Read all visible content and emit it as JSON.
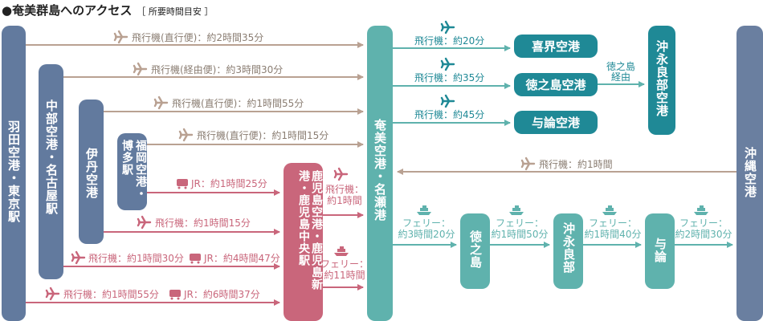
{
  "title": "●奄美群島へのアクセス",
  "subtitle": "［ 所要時間目安 ］",
  "colors": {
    "air_blue": "#627a9e",
    "kagoshima": "#c9667b",
    "amami": "#5fb2ad",
    "airport": "#1f8996",
    "okinawa": "#6a7fa0",
    "gray_line": "#b9a192",
    "pink_line": "#c9667b",
    "teal_line": "#5fb2ad",
    "label_gray": "#8a7d72"
  },
  "origins": {
    "haneda": "羽田空港・東京駅",
    "chubu": "中部空港・名古屋駅",
    "itami": "伊丹空港",
    "fukuoka": "福岡空港・博多駅",
    "kagoshima": "鹿児島空港・鹿児島新港・鹿児島中央駅",
    "amami": "奄美空港・名瀬港",
    "okinawa": "沖縄空港"
  },
  "routes": {
    "haneda_direct": "飛行機(直行便)：約2時間35分",
    "chubu_via": "飛行機(経由便)：約3時間30分",
    "itami_direct": "飛行機(直行便)：約1時間55分",
    "fukuoka_direct": "飛行機(直行便)：約1時間15分",
    "fukuoka_jr": "JR：約1時間25分",
    "itami_plane_kago": "飛行機：約1時間15分",
    "chubu_plane_kago": "飛行機：約1時間30分",
    "chubu_jr_kago": "JR：約4時間47分",
    "haneda_plane_kago": "飛行機：約1時間55分",
    "haneda_jr_kago": "JR：約6時間37分",
    "kago_plane": "飛行機：約1時間",
    "kago_ferry": "フェリー：約11時間",
    "okinawa_plane": "飛行機：約1時間"
  },
  "amami_air": [
    {
      "label": "飛行機：約20分",
      "dest": "喜界空港"
    },
    {
      "label": "飛行機：約35分",
      "dest": "徳之島空港"
    },
    {
      "label": "飛行機：約45分",
      "dest": "与論空港"
    }
  ],
  "tokunoshima_via": "徳之島経由",
  "okinoerabu_airport": "沖永良部空港",
  "ferry": [
    {
      "label": "フェリー：約3時間20分",
      "dest": "徳之島"
    },
    {
      "label": "フェリー：約1時間50分",
      "dest": "沖永良部"
    },
    {
      "label": "フェリー：約1時間40分",
      "dest": "与論"
    },
    {
      "label": "フェリー：約2時間30分",
      "dest": ""
    }
  ]
}
